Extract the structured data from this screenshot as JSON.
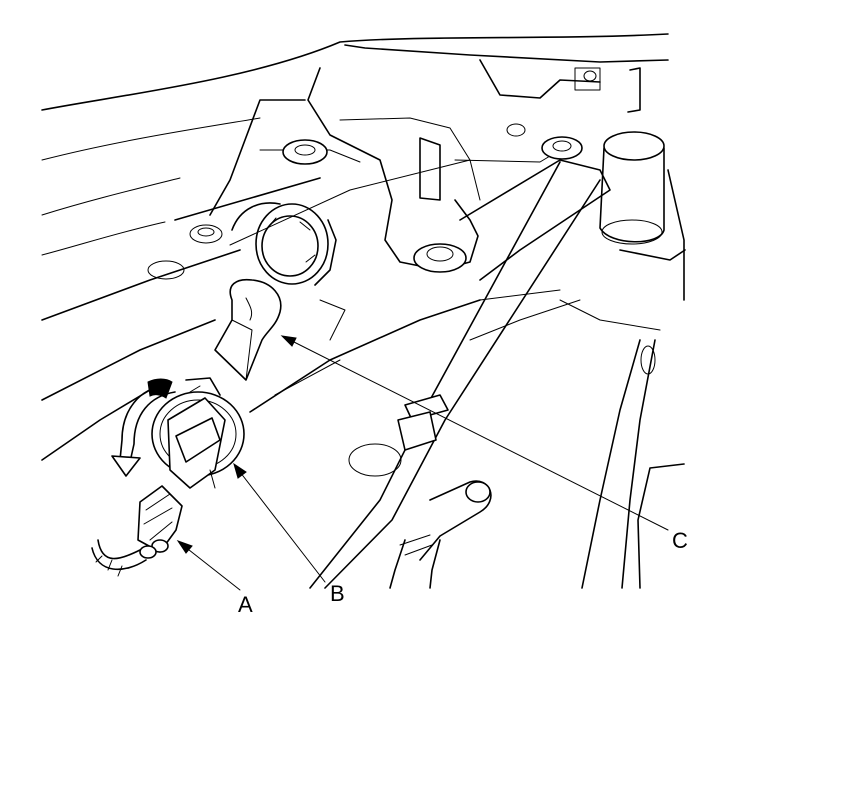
{
  "callouts": [
    {
      "id": "A",
      "label": "A"
    },
    {
      "id": "B",
      "label": "B"
    },
    {
      "id": "C",
      "label": "C"
    }
  ],
  "icons": {
    "rotation_arrow": "counterclockwise-rotation-arrow-icon"
  },
  "colors": {
    "line": "#000000",
    "background": "#ffffff"
  }
}
